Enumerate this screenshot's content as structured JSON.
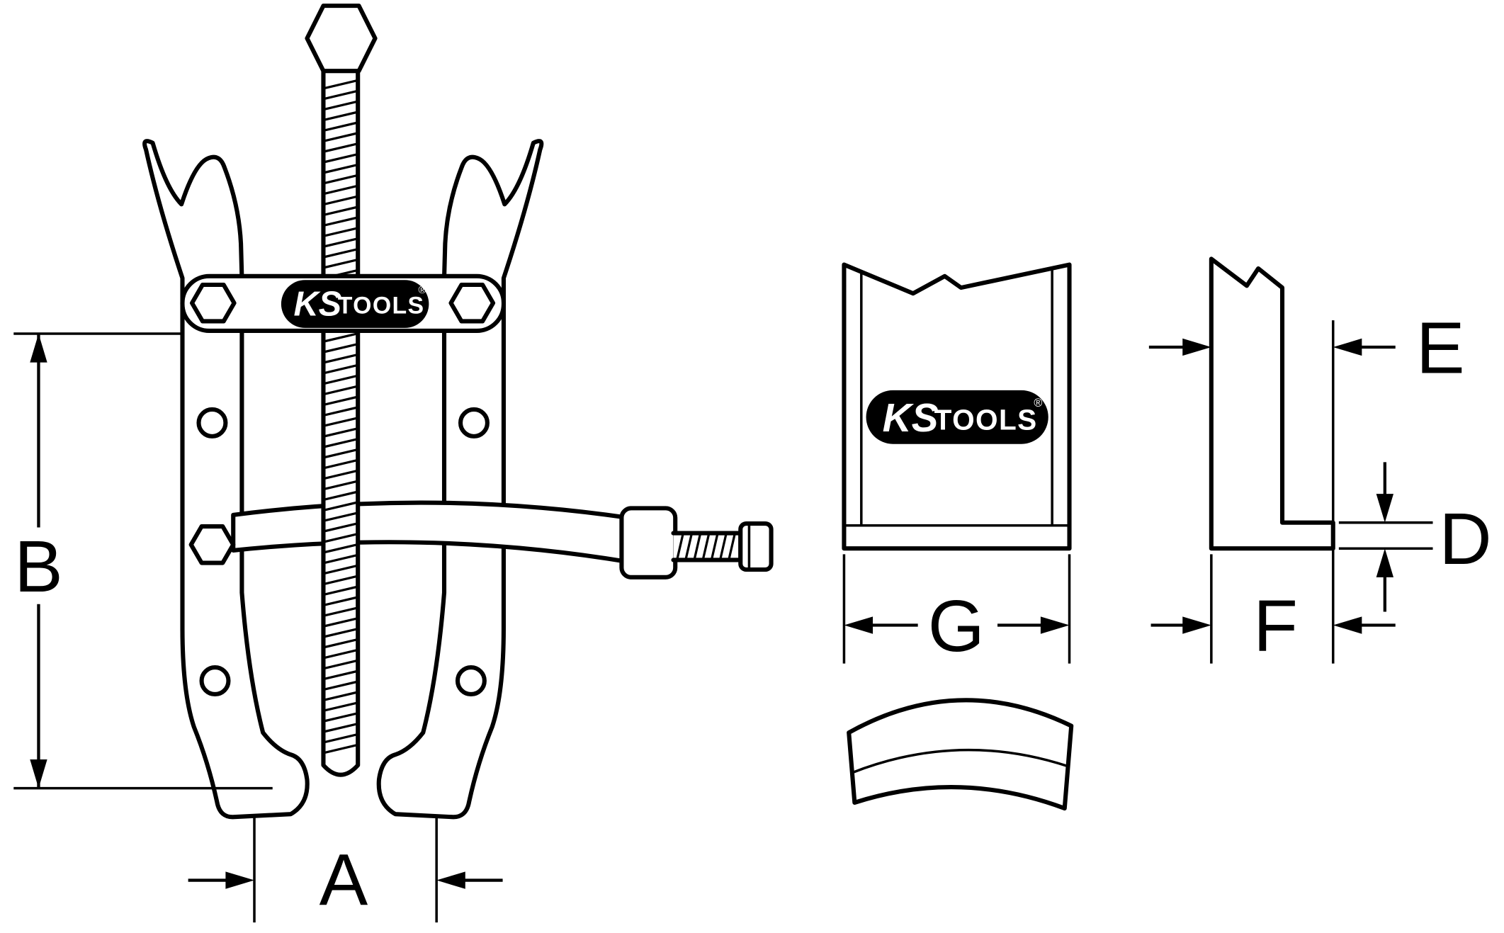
{
  "colors": {
    "background": "#ffffff",
    "lines": "#000000",
    "logo_background": "#000000",
    "logo_text": "#ffffff"
  },
  "brand": {
    "ks": "KS",
    "tools": "TOOLS",
    "registered": "®"
  },
  "dimension_labels": {
    "a": "A",
    "b": "B",
    "d": "D",
    "e": "E",
    "f": "F",
    "g": "G"
  }
}
